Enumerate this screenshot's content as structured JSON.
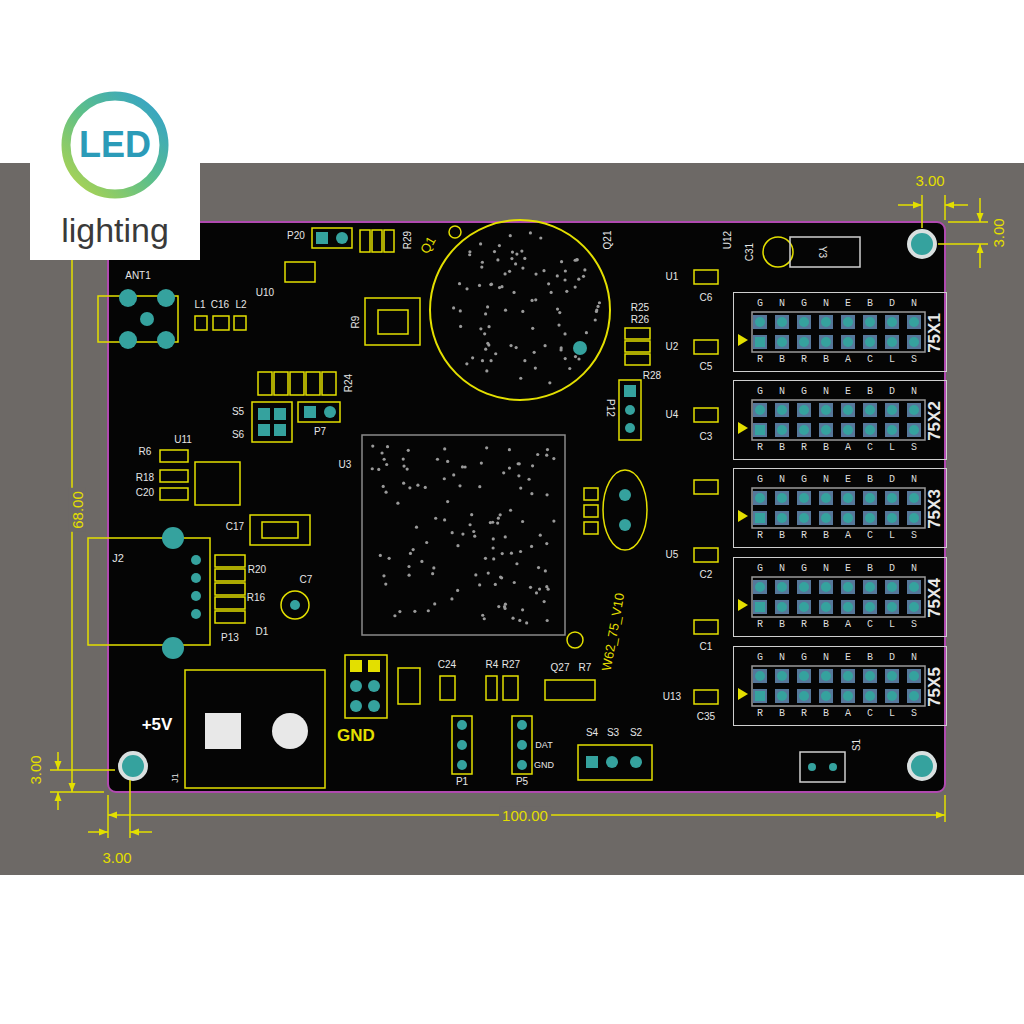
{
  "diagram": {
    "nodes": [
      {
        "text": [
          "lighting"
        ]
      },
      {
        "text": [
          "LED"
        ],
        "in": 0
      },
      {
        "text": [
          "75X1"
        ]
      },
      {
        "text": [
          "75X2"
        ]
      },
      {
        "text": [
          "75X3"
        ]
      },
      {
        "text": [
          "75X4"
        ]
      },
      {
        "text": [
          "75X5"
        ]
      }
    ],
    "labels": [
      "3.00",
      "3.00",
      "68.00",
      "3.00",
      "3.00",
      "100.00",
      "+5V",
      "GND",
      "J2",
      "J1",
      "ANT1",
      "U3",
      "W62_75_V10",
      "S4",
      "S3",
      "S2",
      "S1",
      "P5",
      "P1",
      "DAT",
      "GND",
      "P20",
      "Q1",
      "U1",
      "C6",
      "U2",
      "C5",
      "U4",
      "C3",
      "U5",
      "C2",
      "C1",
      "U13",
      "C35",
      "R25",
      "R26",
      "R28",
      "P12",
      "Y3",
      "C31",
      "U12",
      "Q21",
      "R29",
      "R9",
      "R24",
      "L1",
      "C16",
      "L2",
      "U10",
      "S5",
      "S6",
      "P7",
      "U11",
      "R6",
      "R18",
      "C20",
      "C17",
      "R20",
      "R16",
      "C7",
      "D1",
      "P13",
      "C24",
      "R4",
      "R27",
      "Q27",
      "R7",
      "G",
      "N",
      "G",
      "N",
      "E",
      "B",
      "D",
      "N",
      "R",
      "B",
      "R",
      "B",
      "A",
      "C",
      "L",
      "S",
      "G",
      "N",
      "G",
      "N",
      "E",
      "B",
      "D",
      "N",
      "R",
      "B",
      "R",
      "B",
      "A",
      "C",
      "L",
      "S",
      "G",
      "N",
      "G",
      "N",
      "E",
      "B",
      "D",
      "N",
      "R",
      "B",
      "R",
      "B",
      "A",
      "C",
      "L",
      "S",
      "G",
      "N",
      "G",
      "N",
      "E",
      "B",
      "D",
      "N",
      "R",
      "B",
      "R",
      "B",
      "A",
      "C",
      "L",
      "S",
      "G",
      "N",
      "G",
      "N",
      "E",
      "B",
      "D",
      "N",
      "R",
      "B",
      "R",
      "B",
      "A",
      "C",
      "L",
      "S"
    ]
  }
}
